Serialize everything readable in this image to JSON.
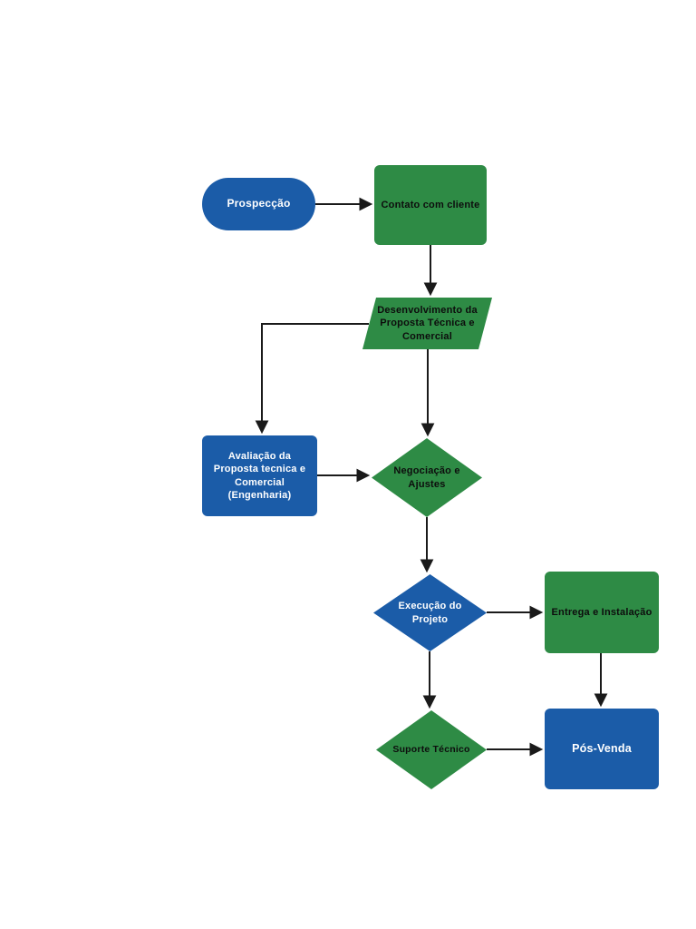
{
  "page": {
    "background": "#ffffff"
  },
  "palette": {
    "blue": "#1B5CA8",
    "green": "#2E8B45",
    "label_on_blue": "#FFFFFF",
    "label_on_green": "#0D0D0D",
    "connector": "#1A1A1A"
  },
  "flowchart": {
    "nodes": {
      "prospeccao": {
        "label": "Prospecção",
        "shape": "stadium",
        "fill": "blue"
      },
      "contato": {
        "label": "Contato com cliente",
        "shape": "rectangle",
        "fill": "green"
      },
      "desenvolvimento": {
        "label": "Desenvolvimento da\nProposta Técnica e\nComercial",
        "shape": "parallelogram",
        "fill": "green"
      },
      "avaliacao": {
        "label": "Avaliação  da\nProposta tecnica e\nComercial\n(Engenharia)",
        "shape": "rectangle",
        "fill": "blue"
      },
      "negociacao": {
        "label": "Negociação e\nAjustes",
        "shape": "diamond",
        "fill": "green"
      },
      "execucao": {
        "label": "Execução do\nProjeto",
        "shape": "diamond",
        "fill": "blue"
      },
      "entrega": {
        "label": "Entrega e Instalação",
        "shape": "rectangle",
        "fill": "green"
      },
      "suporte": {
        "label": "Suporte Técnico",
        "shape": "diamond",
        "fill": "green"
      },
      "posvenda": {
        "label": "Pós-Venda",
        "shape": "rectangle",
        "fill": "blue"
      }
    },
    "connectors": [
      {
        "from": "prospeccao",
        "to": "contato"
      },
      {
        "from": "contato",
        "to": "desenvolvimento"
      },
      {
        "from": "desenvolvimento",
        "to": "avaliacao"
      },
      {
        "from": "desenvolvimento",
        "to": "negociacao"
      },
      {
        "from": "avaliacao",
        "to": "negociacao"
      },
      {
        "from": "negociacao",
        "to": "execucao"
      },
      {
        "from": "execucao",
        "to": "entrega"
      },
      {
        "from": "execucao",
        "to": "suporte"
      },
      {
        "from": "entrega",
        "to": "posvenda"
      },
      {
        "from": "suporte",
        "to": "posvenda"
      }
    ]
  }
}
